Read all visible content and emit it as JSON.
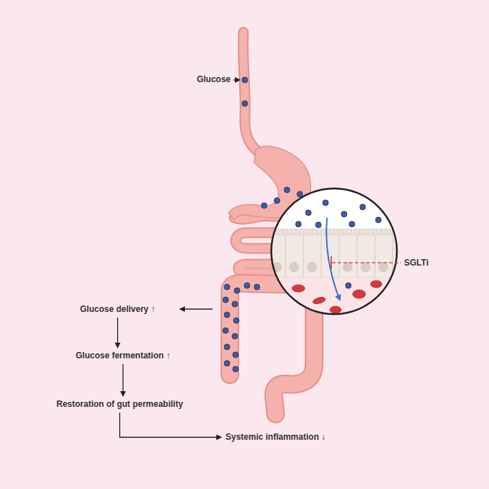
{
  "diagram": {
    "nodes": [
      {
        "text": [
          "Glucose delivery ↑"
        ]
      },
      {
        "text": [
          "Glucose fermentation ↑"
        ]
      },
      {
        "text": [
          "Restoration of gut permeability"
        ]
      },
      {
        "text": [
          "Systemic inflammation ↓"
        ]
      }
    ],
    "edges": [
      {
        "from": 0,
        "to": 1,
        "arrow": "to"
      },
      {
        "from": 1,
        "to": 2,
        "arrow": "to"
      },
      {
        "from": 2,
        "to": 3,
        "arrow": "to"
      }
    ],
    "labels": [
      "Glucose",
      "SGLTi"
    ]
  }
}
